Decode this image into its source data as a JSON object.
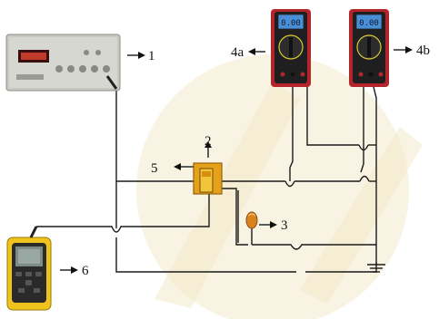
{
  "labels": {
    "function_generator": "1",
    "sensor_element": "2",
    "capacitor": "3",
    "multimeter_left": "4a",
    "multimeter_right": "4b",
    "holder": "5",
    "data_logger": "6"
  },
  "meters": {
    "left_display": "0.00",
    "right_display": "0.00"
  },
  "colors": {
    "wire": "#1a1a1a",
    "multimeter_body": "#b3252b",
    "meter_screen": "#4a8fd6",
    "sensor_body": "#e3a21a",
    "capacitor": "#d9831f",
    "logger_body": "#f0c21c",
    "generator_body": "#c9c9c4"
  }
}
